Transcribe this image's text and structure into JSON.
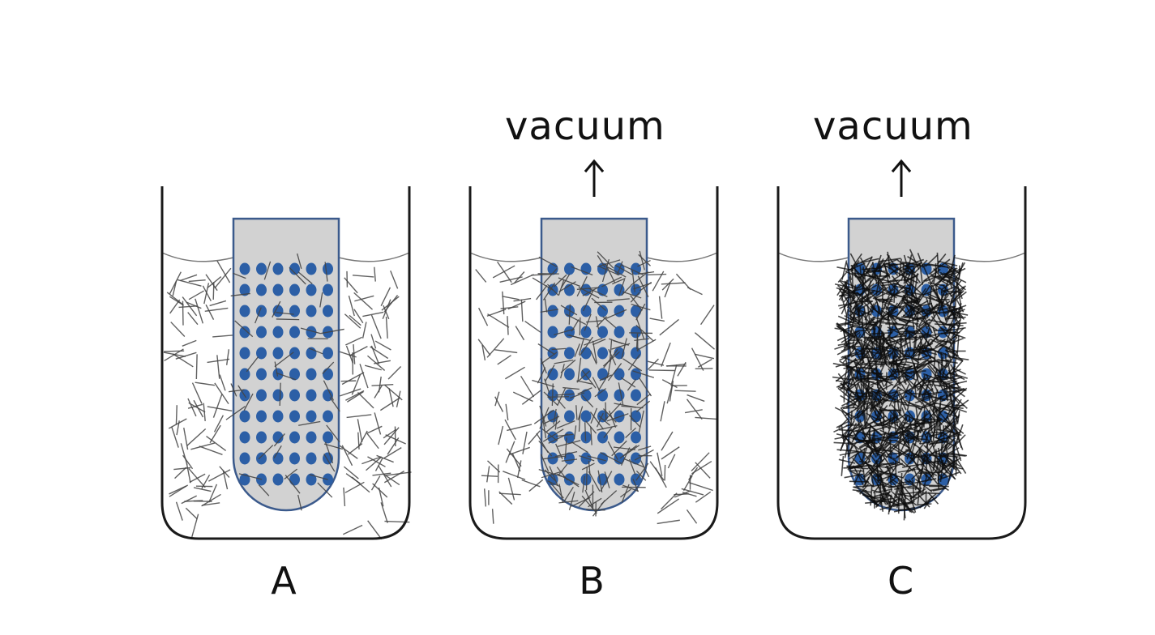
{
  "panels": [
    {
      "label": "A",
      "vacuum": "",
      "fiber_stage": "dispersed"
    },
    {
      "label": "B",
      "vacuum": "vacuum",
      "fiber_stage": "partially-deposited"
    },
    {
      "label": "C",
      "vacuum": "vacuum",
      "fiber_stage": "fully-coated"
    }
  ],
  "colors": {
    "mold_fill": "#d2d2d2",
    "mold_border": "#3b5a8c",
    "dot": "#2c5fa6",
    "fiber": "#444444",
    "beaker": "#1a1a1a",
    "liquid_line": "#777777"
  }
}
